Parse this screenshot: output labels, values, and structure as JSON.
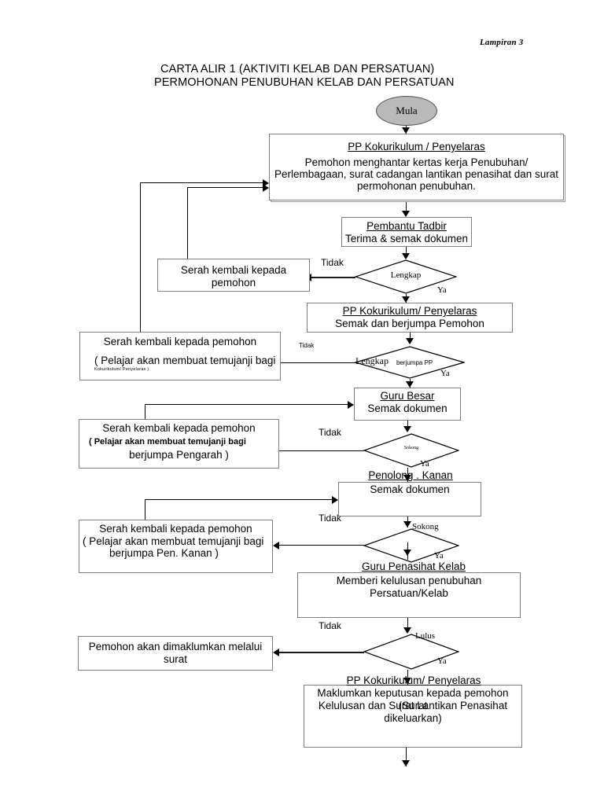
{
  "page": {
    "corner_note": "Lampiran 3",
    "title_line1": "CARTA ALIR 1 (AKTIVITI KELAB DAN PERSATUAN)",
    "title_line2": "PERMOHONAN PENUBUHAN KELAB DAN PERSATUAN"
  },
  "start": {
    "label": "Mula"
  },
  "nodes": {
    "pp1": {
      "title": "PP Kokurikulum / Penyelaras",
      "body_line1": "Pemohon menghantar kertas kerja Penubuhan/",
      "body_line2": "Perlembagaan, surat cadangan lantikan penasihat dan surat",
      "body_line3": "permohonan penubuhan."
    },
    "pembantu": {
      "title": "Pembantu Tadbir",
      "body_line1": "Terima & semak dokumen"
    },
    "pp2": {
      "title": "PP Kokurikulum/ Penyelaras",
      "body_line1": "Semak dan berjumpa Pemohon"
    },
    "guru_besar": {
      "title": "Guru Besar",
      "body_line1": "Semak dokumen"
    },
    "pen_kanan": {
      "title": "Penolong . Kanan",
      "body_line1": "Semak dokumen"
    },
    "guru_penasihat": {
      "title": "Guru Penasihat Kelab",
      "body_line1": "Memberi kelulusan penubuhan",
      "body_line2": "Persatuan/Kelab"
    },
    "pp3": {
      "title": "PP Kokurikulum/ Penyelaras",
      "body_line1": "Maklumkan keputusan kepada pemohon (Surat",
      "body_line2": "Kelulusan dan Surat Lantikan Penasihat",
      "body_line3": "dikeluarkan)"
    }
  },
  "decisions": {
    "d1": {
      "label": "Lengkap",
      "yes": "Ya",
      "no": "Tidak"
    },
    "d2": {
      "label": "Lengkap",
      "sublabel": "berjumpa  PP",
      "yes": "Ya",
      "no": "Tidak"
    },
    "d3": {
      "label": "Sokong",
      "yes": "Ya",
      "no": "Tidak"
    },
    "d4": {
      "label": "Sokong",
      "yes": "Ya",
      "no": "Tidak"
    },
    "d5": {
      "label": "Lulus",
      "yes": "Ya",
      "no": "Tidak"
    }
  },
  "return_boxes": {
    "r1": {
      "line1": "Serah kembali kepada",
      "line2": "pemohon"
    },
    "r2": {
      "line1": "Serah kembali kepada pemohon",
      "line2": "( Pelajar  akan  membuat  temujanji  bagi",
      "line3": "Kokurikulum/ Penyelaras )"
    },
    "r3": {
      "line1": "Serah kembali kepada pemohon",
      "line2": "( Pelajar akan membuat temujanji bagi",
      "line3": "berjumpa Pengarah )"
    },
    "r4": {
      "line1": "Serah kembali kepada pemohon",
      "line2": "( Pelajar akan membuat temujanji bagi",
      "line3": "berjumpa Pen. Kanan )"
    },
    "r5": {
      "line1": "Pemohon akan dimaklumkan melalui surat"
    }
  },
  "colors": {
    "line": "#000000",
    "box_border": "#808080",
    "oval_fill": "#b9b9b9"
  }
}
